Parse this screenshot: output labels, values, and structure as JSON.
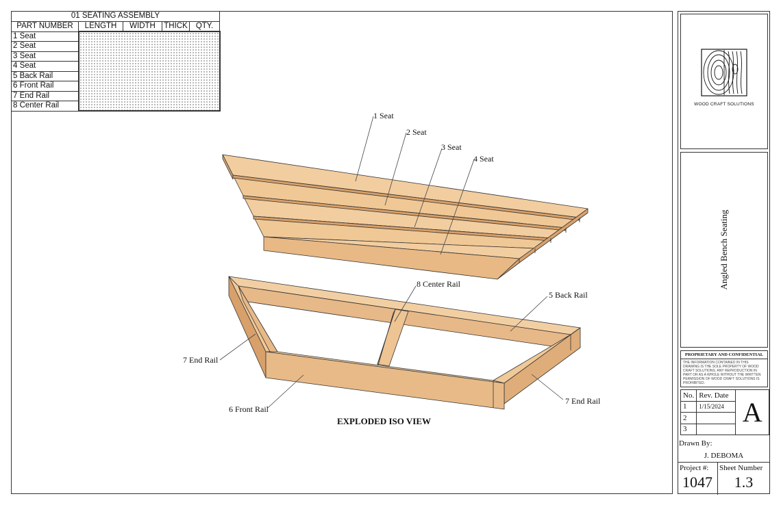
{
  "parts_table": {
    "title": "01 SEATING ASSEMBLY",
    "headers": [
      "PART NUMBER",
      "LENGTH",
      "WIDTH",
      "THICK",
      "QTY."
    ],
    "parts": [
      "1 Seat",
      "2 Seat",
      "3 Seat",
      "4 Seat",
      "5 Back Rail",
      "6 Front Rail",
      "7 End Rail",
      "8 Center Rail"
    ]
  },
  "drawing": {
    "callouts": {
      "seat1": "1 Seat",
      "seat2": "2 Seat",
      "seat3": "3 Seat",
      "seat4": "4 Seat",
      "center_rail": "8 Center Rail",
      "back_rail": "5 Back Rail",
      "end_rail_left": "7 End Rail",
      "front_rail": "6 Front Rail",
      "end_rail_right": "7 End Rail"
    },
    "view_title": "EXPLODED ISO VIEW",
    "colors": {
      "wood_top": "#f0c99a",
      "wood_side": "#e2b27c",
      "wood_dark": "#c9925a",
      "line": "#333333"
    }
  },
  "title_block": {
    "company": "WOOD CRAFT SOLUTIONS",
    "logo_icon": "wood-grain-logo-icon",
    "sheet_name": "Angled Bench Seating",
    "proprietary_title": "PROPRIETARY AND CONFIDENTIAL",
    "proprietary_text": "THE INFORMATION CONTAINED IN THIS DRAWING IS THE SOLE PROPERTY OF WOOD CRAFT SOLUTIONS. ANY REPRODUCTION IN PART OR AS A WHOLE WITHOUT THE WRITTEN PERMISSION OF WOOD CRAFT SOLUTIONS IS PROHIBITED.",
    "rev_header_no": "No.",
    "rev_header_date": "Rev. Date",
    "rev_rows": [
      {
        "no": "1",
        "date": "1/15/2024"
      },
      {
        "no": "2",
        "date": ""
      },
      {
        "no": "3",
        "date": ""
      }
    ],
    "rev_letter": "A",
    "drawn_by_label": "Drawn By:",
    "drawn_by": "J. DEBOMA",
    "project_label": "Project #:",
    "project": "1047",
    "sheet_number_label": "Sheet Number",
    "sheet_number": "1.3"
  }
}
